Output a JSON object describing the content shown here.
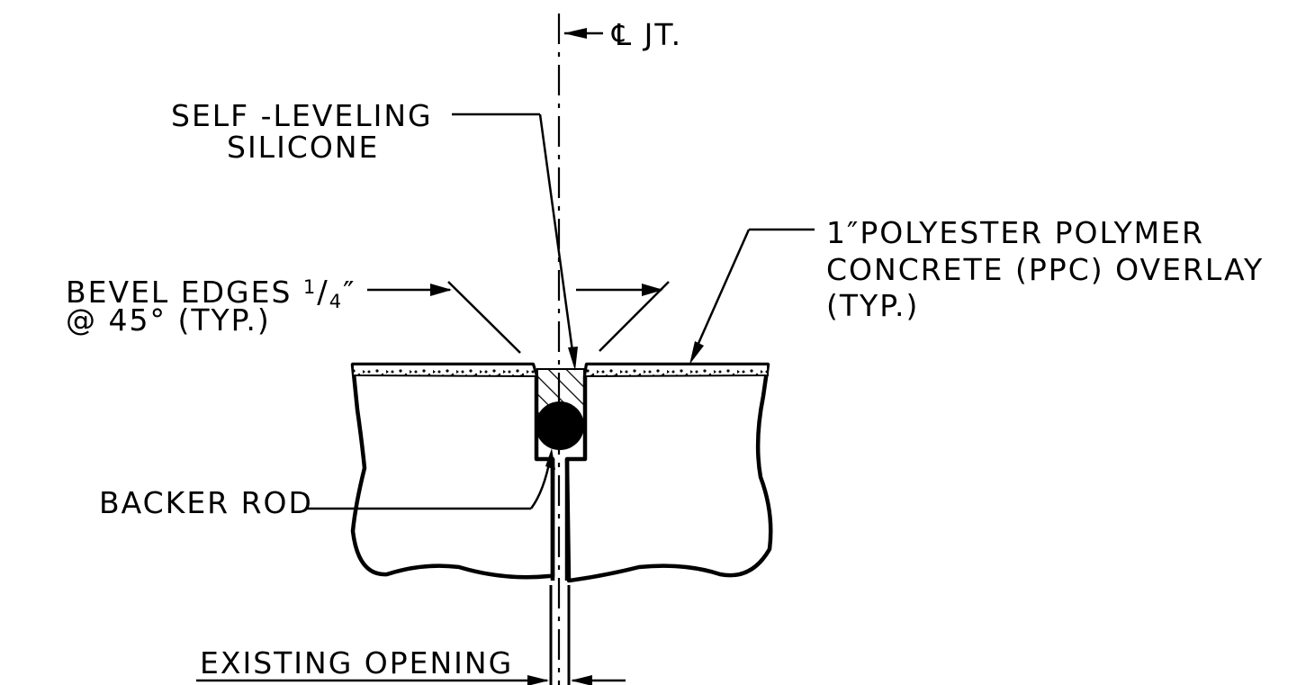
{
  "labels": {
    "centerline": "℄ JT.",
    "self_leveling_line1": "SELF -LEVELING",
    "self_leveling_line2": "SILICONE",
    "bevel_line1_prefix": "BEVEL EDGES ",
    "bevel_fraction_num": "1",
    "bevel_fraction_slash": "/",
    "bevel_fraction_den": "4",
    "bevel_inch_mark": "″",
    "bevel_line2": "@ 45° (TYP.)",
    "overlay_line1": "1″POLYESTER POLYMER",
    "overlay_line2": "CONCRETE (PPC) OVERLAY",
    "overlay_line3": "(TYP.)",
    "backer_rod": "BACKER ROD",
    "existing_opening": "EXISTING OPENING"
  }
}
